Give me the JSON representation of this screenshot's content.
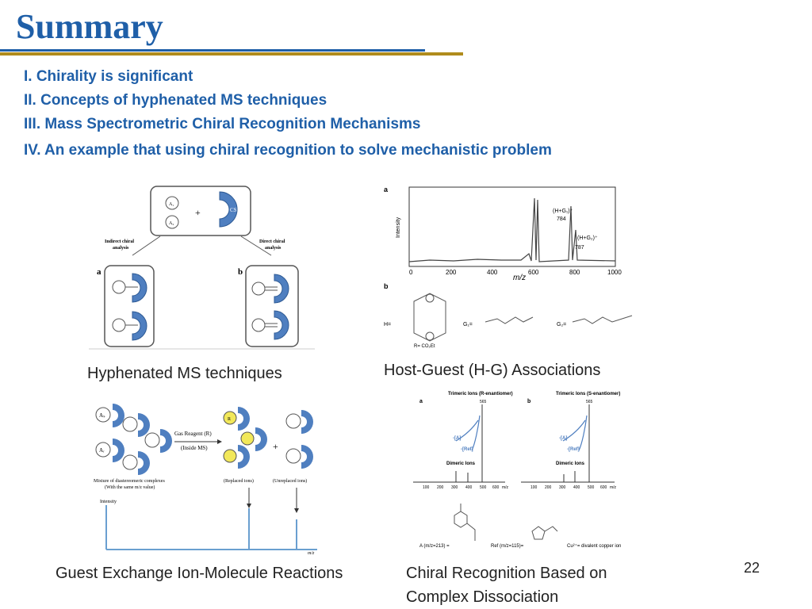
{
  "slide": {
    "title": "Summary",
    "outline": [
      "I. Chirality is significant",
      "II. Concepts of hyphenated MS techniques",
      "III. Mass Spectrometric Chiral Recognition Mechanisms",
      "IV. An example that using chiral recognition to solve mechanistic problem"
    ],
    "page_number": "22"
  },
  "figures": {
    "hyphenated": {
      "caption": "Hyphenated MS techniques",
      "labels": {
        "a": "a",
        "b": "b",
        "cs": "CS",
        "plus": "+",
        "a1": "A₁",
        "a2": "A₂",
        "indirect_1": "Indirect chiral",
        "indirect_2": "analysis",
        "direct_1": "Direct chiral",
        "direct_2": "analysis"
      }
    },
    "host_guest": {
      "caption": "Host-Guest (H-G) Associations",
      "labels": {
        "a": "a",
        "b": "b",
        "ylabel": "Intensity",
        "xlabel": "m/z",
        "peak1": "(H+G₁)⁺",
        "peak1_val": "784",
        "peak2": "(H+G₂)⁺",
        "peak2_val": "787",
        "ticks": [
          "0",
          "200",
          "400",
          "600",
          "800",
          "1000"
        ],
        "h": "H=",
        "g1": "G₁=",
        "g2": "G₂=",
        "r": "R= CO₂Et"
      }
    },
    "guest_exchange": {
      "caption": "Guest Exchange Ion-Molecule Reactions",
      "labels": {
        "reagent_1": "Gas Reagent (R)",
        "reagent_2": "(Inside MS)",
        "mixture_1": "Mixture of diastereomeric complexes",
        "mixture_2": "(With the same m/z value)",
        "replaced": "(Replaced ions)",
        "unreplaced": "(Unreplaced ions)",
        "intensity": "Intensity",
        "mz": "m/z",
        "as": "Aₛ",
        "ar": "Aᵣ",
        "r": "R",
        "plus": "+"
      }
    },
    "dissociation": {
      "caption_line1": "Chiral Recognition Based on",
      "caption_line2": "Complex Dissociation",
      "labels": {
        "a": "a",
        "b": "b",
        "title_a": "Trimeric Ions (R-enantiomer)",
        "title_b": "Trimeric Ions (S-enantiomer)",
        "dimeric": "Dimeric Ions",
        "loss_a": "-[A]",
        "loss_ref": "-[Ref]",
        "top_peak": "565",
        "ticks": [
          "100",
          "200",
          "300",
          "400",
          "500",
          "600",
          "m/z"
        ],
        "footnote_a": "A (m/z=213) =",
        "footnote_ref": "Ref (m/z=115)=",
        "footnote_cu": "Cu²⁺= divalent copper ion"
      }
    }
  }
}
